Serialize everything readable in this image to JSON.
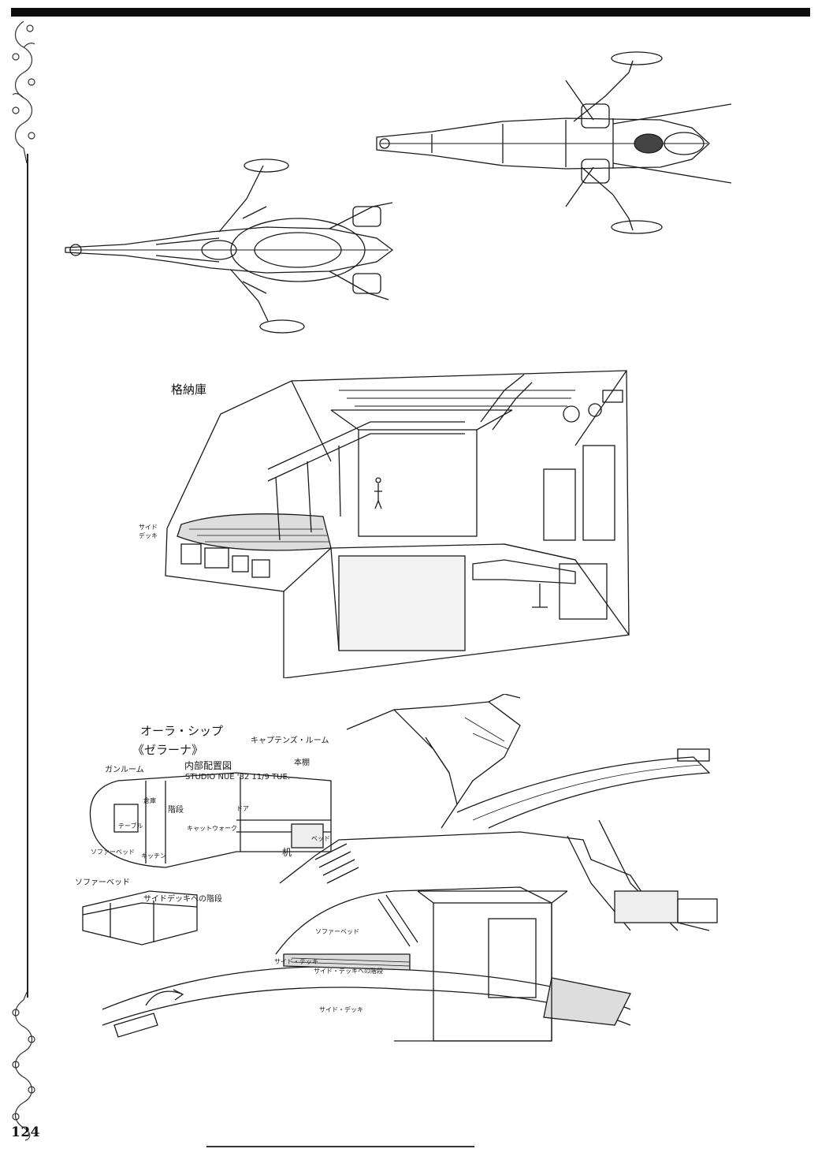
{
  "page": {
    "page_number": "124",
    "accent": "#0d0d0d"
  },
  "figures": {
    "top_views": {
      "icon": "ship-top-view-drawings"
    },
    "hangar": {
      "caption": "格納庫",
      "labels": {
        "side_deck": "サイド\nデッキ"
      }
    },
    "layout": {
      "title_line1": "オーラ・シップ",
      "title_line2": "《ゼラーナ》",
      "title_line3": "内部配置図",
      "studio_note": "STUDIO NUE '82 11/9 TUE.",
      "rooms": {
        "gun_room": "ガンルーム",
        "captain_room": "キャプテンズ・ルーム",
        "storage_shelf": "本棚",
        "warehouse": "倉庫",
        "stairs": "階段",
        "door": "ドア",
        "table": "テーブル",
        "catwalk": "キャットウォーク",
        "desk": "机",
        "sofa_bed_1": "ソファーベッド",
        "sofa_bed_2": "ソファーベッド",
        "kitchen": "キッチン",
        "bed": "ベッド",
        "stairs_to_side_deck": "サイドデッキへの階段",
        "side_deck_1": "サイド・デッキ",
        "side_deck_2": "サイド・デッキ",
        "side_deck_stairs": "サイド・デッキへの階段",
        "sofa_bed_3": "ソファーベッド"
      }
    }
  }
}
